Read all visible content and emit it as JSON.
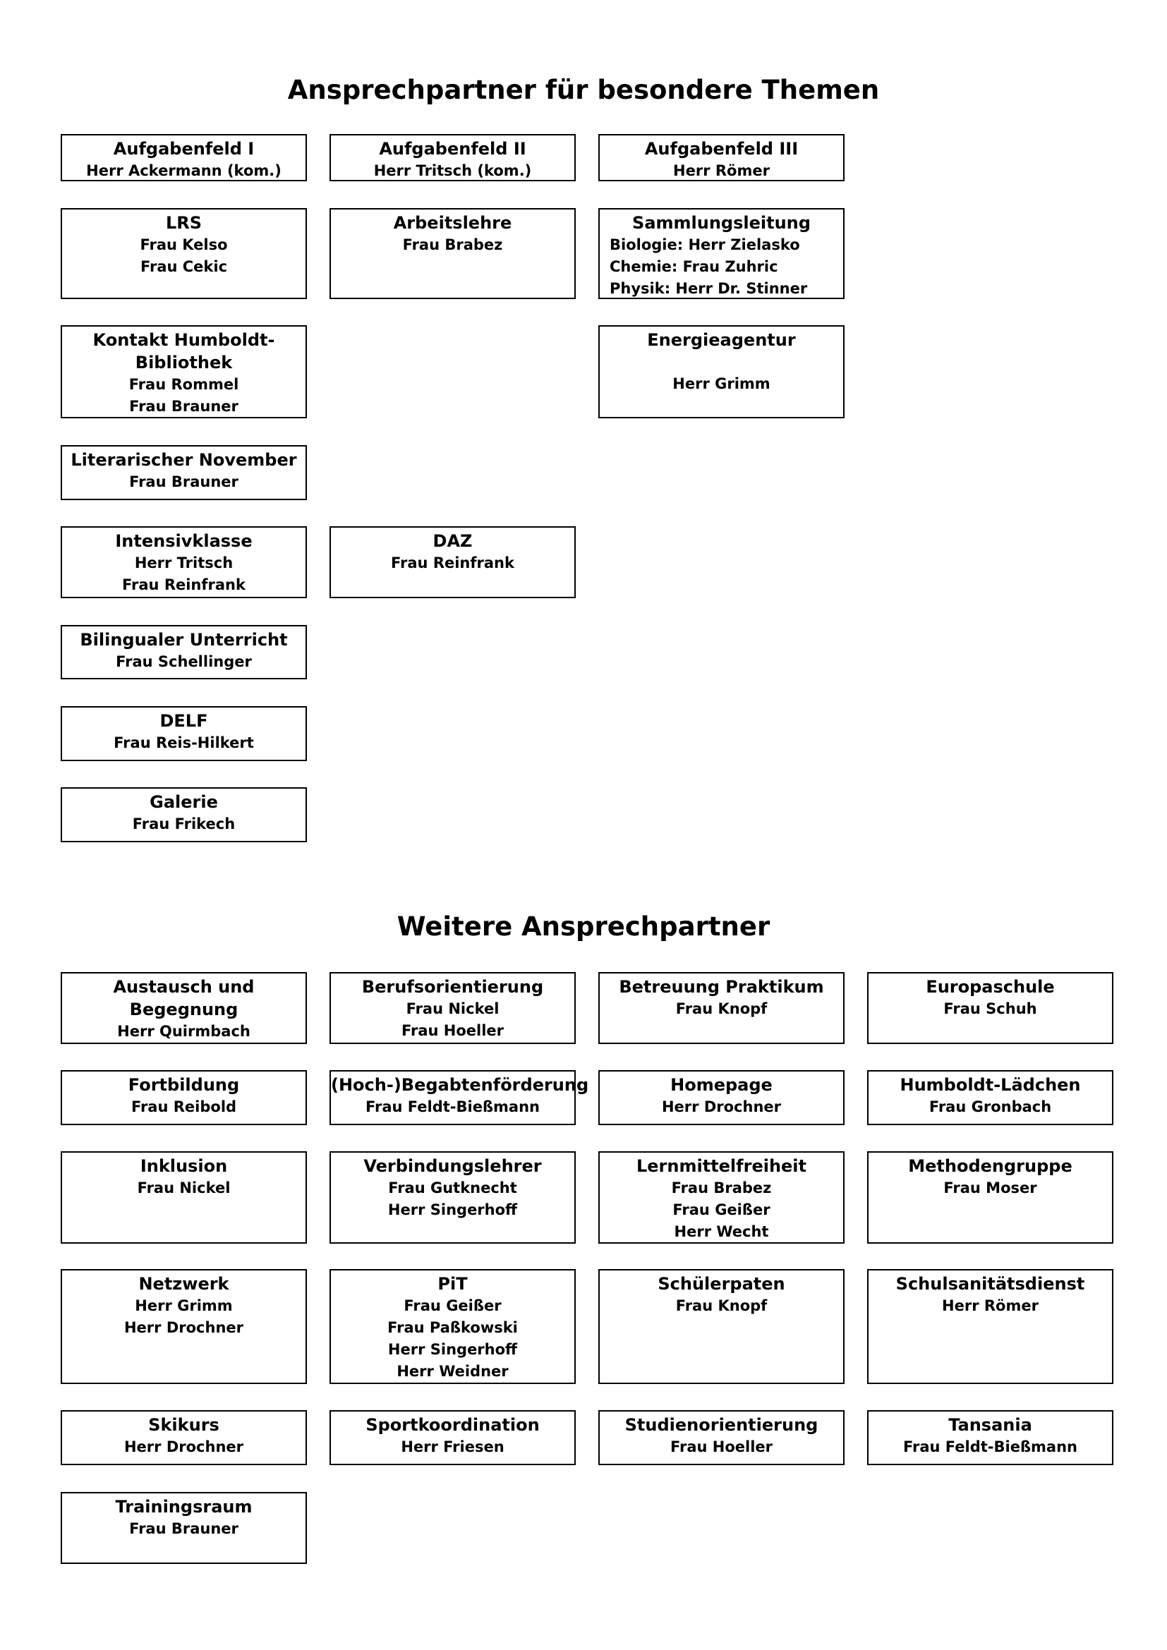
{
  "section_special": {
    "title": "Ansprechpartner für besondere Themen",
    "boxes": [
      {
        "title": "Aufgabenfeld I",
        "lines": [
          "Herr Ackermann (kom.)"
        ]
      },
      {
        "title": "Aufgabenfeld II",
        "lines": [
          "Herr Tritsch (kom.)"
        ]
      },
      {
        "title": "Aufgabenfeld III",
        "lines": [
          "Herr Römer"
        ]
      },
      {
        "title": "LRS",
        "lines": [
          "Frau Kelso",
          "Frau Cekic"
        ]
      },
      {
        "title": "Arbeitslehre",
        "lines": [
          "Frau Brabez"
        ]
      },
      {
        "title": "Sammlungsleitung",
        "lines": [
          "Biologie: Herr Zielasko",
          "Chemie: Frau Zuhric",
          "Physik: Herr Dr. Stinner"
        ]
      },
      {
        "title": "Kontakt Humboldt-Bibliothek",
        "lines": [
          "Frau Rommel",
          "Frau Brauner"
        ]
      },
      {
        "title": "Energieagentur",
        "lines": [
          "Herr Grimm"
        ]
      },
      {
        "title": "Literarischer November",
        "lines": [
          "Frau Brauner"
        ]
      },
      {
        "title": "Intensivklasse",
        "lines": [
          "Herr Tritsch",
          "Frau Reinfrank"
        ]
      },
      {
        "title": "DAZ",
        "lines": [
          "Frau Reinfrank"
        ]
      },
      {
        "title": "Bilingualer Unterricht",
        "lines": [
          "Frau Schellinger"
        ]
      },
      {
        "title": "DELF",
        "lines": [
          "Frau Reis-Hilkert"
        ]
      },
      {
        "title": "Galerie",
        "lines": [
          "Frau Frikech"
        ]
      }
    ]
  },
  "section_further": {
    "title": "Weitere Ansprechpartner",
    "boxes": [
      {
        "title": "Austausch und Begegnung",
        "lines": [
          "Herr Quirmbach"
        ]
      },
      {
        "title": "Berufsorientierung",
        "lines": [
          "Frau Nickel",
          "Frau Hoeller"
        ]
      },
      {
        "title": "Betreuung Praktikum",
        "lines": [
          "Frau Knopf"
        ]
      },
      {
        "title": "Europaschule",
        "lines": [
          "Frau Schuh"
        ]
      },
      {
        "title": "Fortbildung",
        "lines": [
          "Frau Reibold"
        ]
      },
      {
        "title": "(Hoch-)Begabtenförderung",
        "lines": [
          "Frau Feldt-Bießmann"
        ]
      },
      {
        "title": "Homepage",
        "lines": [
          "Herr Drochner"
        ]
      },
      {
        "title": "Humboldt-Lädchen",
        "lines": [
          "Frau Gronbach"
        ]
      },
      {
        "title": "Inklusion",
        "lines": [
          "Frau Nickel"
        ]
      },
      {
        "title": "Verbindungslehrer",
        "lines": [
          "Frau Gutknecht",
          "Herr Singerhoff"
        ]
      },
      {
        "title": "Lernmittelfreiheit",
        "lines": [
          "Frau Brabez",
          "Frau Geißer",
          "Herr Wecht"
        ]
      },
      {
        "title": "Methodengruppe",
        "lines": [
          "Frau Moser"
        ]
      },
      {
        "title": "Netzwerk",
        "lines": [
          "Herr Grimm",
          "Herr Drochner"
        ]
      },
      {
        "title": "PiT",
        "lines": [
          "Frau Geißer",
          "Frau Paßkowski",
          "Herr Singerhoff",
          "Herr Weidner"
        ]
      },
      {
        "title": "Schülerpaten",
        "lines": [
          "Frau Knopf"
        ]
      },
      {
        "title": "Schulsanitätsdienst",
        "lines": [
          "Herr Römer"
        ]
      },
      {
        "title": "Skikurs",
        "lines": [
          "Herr Drochner"
        ]
      },
      {
        "title": "Sportkoordination",
        "lines": [
          "Herr Friesen"
        ]
      },
      {
        "title": "Studienorientierung",
        "lines": [
          "Frau Hoeller"
        ]
      },
      {
        "title": "Tansania",
        "lines": [
          "Frau Feldt-Bießmann"
        ]
      },
      {
        "title": "Trainingsraum",
        "lines": [
          "Frau Brauner"
        ]
      }
    ]
  }
}
